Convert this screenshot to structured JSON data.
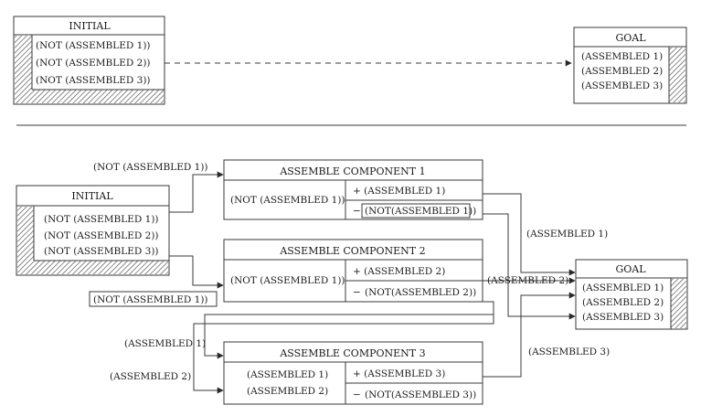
{
  "top_panel": {
    "initial": {
      "title": "INITIAL",
      "conditions": [
        "(NOT (ASSEMBLED 1))",
        "(NOT (ASSEMBLED 2))",
        "(NOT (ASSEMBLED 3))"
      ]
    },
    "goal": {
      "title": "GOAL",
      "conditions": [
        "(ASSEMBLED 1)",
        "(ASSEMBLED 2)",
        "(ASSEMBLED 3)"
      ]
    }
  },
  "bottom_panel": {
    "initial": {
      "title": "INITIAL",
      "conditions": [
        "(NOT (ASSEMBLED 1))",
        "(NOT (ASSEMBLED 2))",
        "(NOT (ASSEMBLED 3))"
      ]
    },
    "goal": {
      "title": "GOAL",
      "conditions": [
        "(ASSEMBLED 1)",
        "(ASSEMBLED 2)",
        "(ASSEMBLED 3)"
      ]
    },
    "steps": [
      {
        "title": "ASSEMBLE COMPONENT 1",
        "preconditions": [
          "(NOT (ASSEMBLED 1))"
        ],
        "add_effect": "+ (ASSEMBLED 1)",
        "delete_effect": "(NOT(ASSEMBLED 1))"
      },
      {
        "title": "ASSEMBLE COMPONENT 2",
        "preconditions": [
          "(NOT (ASSEMBLED 1))"
        ],
        "add_effect": "+ (ASSEMBLED 2)",
        "delete_effect": "(NOT(ASSEMBLED 2))"
      },
      {
        "title": "ASSEMBLE COMPONENT 3",
        "preconditions": [
          "(ASSEMBLED 1)",
          "(ASSEMBLED 2)"
        ],
        "add_effect": "+ (ASSEMBLED 3)",
        "delete_effect": "(NOT(ASSEMBLED 3))"
      }
    ],
    "delete_prefix": "−",
    "links": {
      "initial_to_step1": "(NOT (ASSEMBLED 1))",
      "initial_to_step2": "(NOT (ASSEMBLED 1))",
      "step1_to_goal": "(ASSEMBLED 1)",
      "step2_to_goal": "(ASSEMBLED 2)",
      "step3_to_goal": "(ASSEMBLED 3)",
      "to_step3_a": "(ASSEMBLED 1)",
      "to_step3_b": "(ASSEMBLED 2)"
    }
  }
}
